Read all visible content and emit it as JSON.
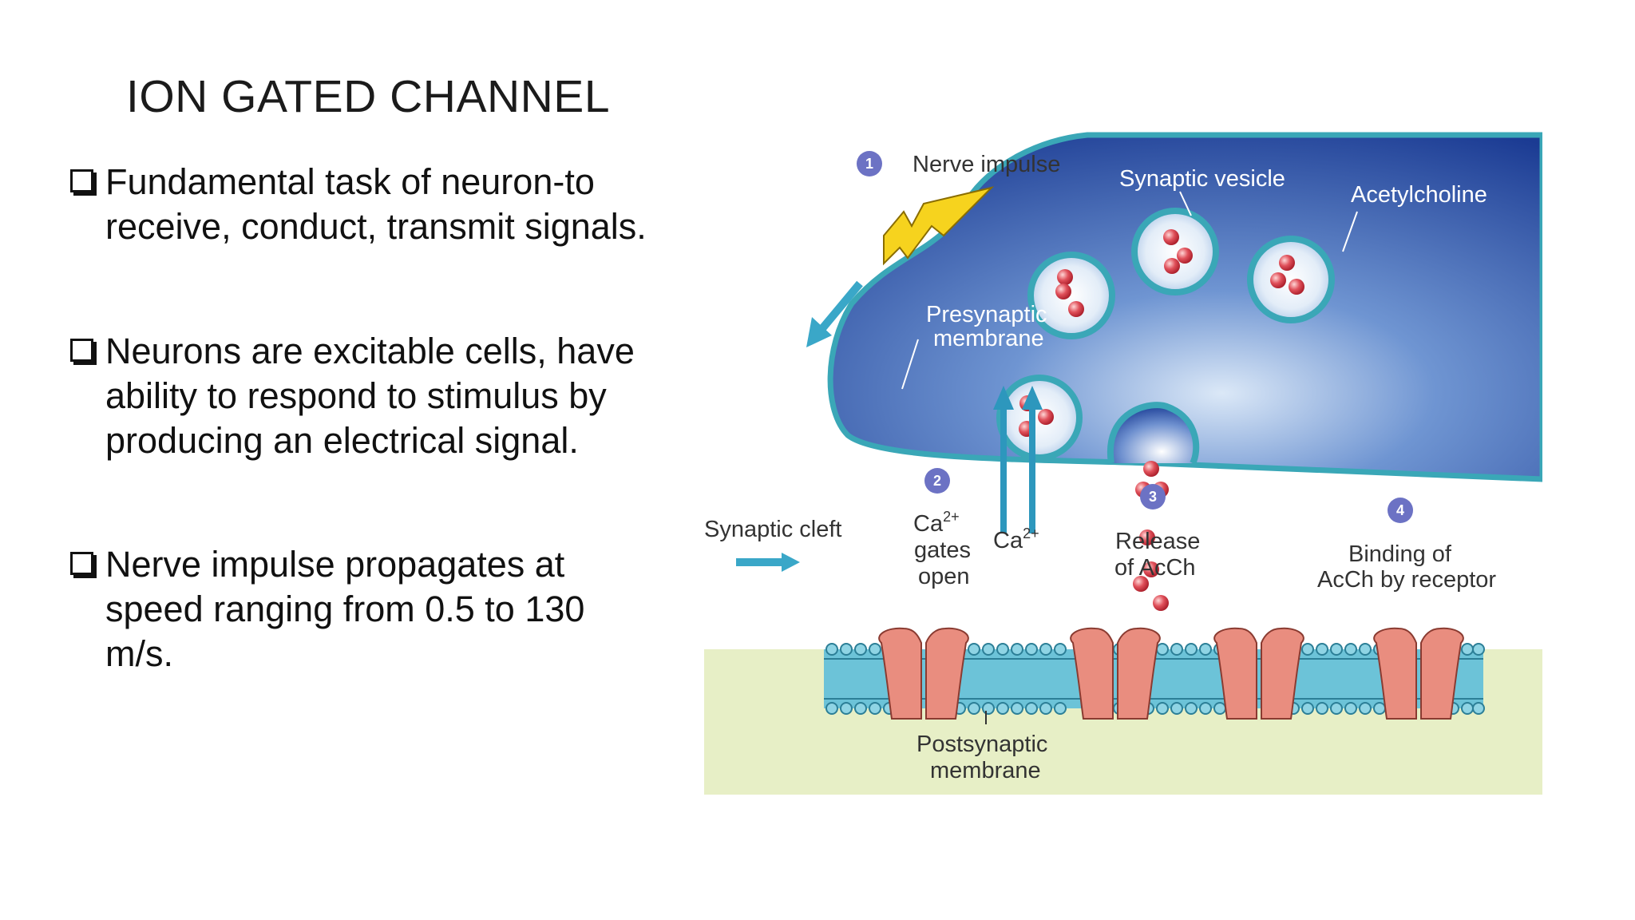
{
  "slide": {
    "title": "ION GATED CHANNEL",
    "bullets": [
      "Fundamental task of neuron-to receive, conduct, transmit signals.",
      "Neurons are excitable cells, have ability to respond to stimulus by producing an electrical signal.",
      "Nerve impulse propagates at speed ranging from 0.5 to 130 m/s."
    ]
  },
  "figure": {
    "labels": {
      "nerve_impulse": "Nerve impulse",
      "synaptic_vesicle": "Synaptic vesicle",
      "acetylcholine": "Acetylcholine",
      "presynaptic_1": "Presynaptic",
      "presynaptic_2": "membrane",
      "synaptic_cleft": "Synaptic cleft",
      "ca_gates_1": "Ca",
      "ca_gates_sup": "2+",
      "ca_gates_2": "gates",
      "ca_gates_3": "open",
      "ca_ion": "Ca",
      "ca_ion_sup": "2+",
      "release_1": "Release",
      "release_2": "of AcCh",
      "binding_1": "Binding of",
      "binding_2": "AcCh by receptor",
      "postsynaptic_1": "Postsynaptic",
      "postsynaptic_2": "membrane"
    },
    "steps": [
      "1",
      "2",
      "3",
      "4"
    ],
    "colors": {
      "terminal_dark": "#1c3f96",
      "terminal_light": "#cfe0f5",
      "membrane_edge": "#3aa7b7",
      "postsynaptic_bg": "#e7efc6",
      "receptor": "#e98d7f",
      "lipid": "#5ab8cf",
      "acetylcholine": "#d8323c",
      "bolt": "#f6d31e",
      "step_badge": "#6c72c4"
    }
  }
}
